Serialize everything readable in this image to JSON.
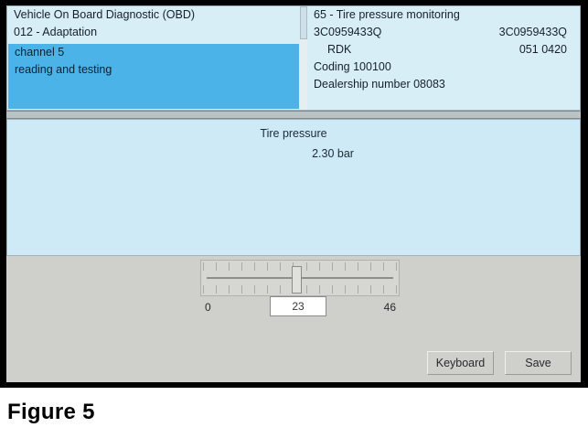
{
  "device": {
    "left_panel": {
      "header_lines": [
        "Vehicle On Board Diagnostic (OBD)",
        "012 - Adaptation"
      ],
      "selected_lines": [
        "channel 5",
        "reading and testing"
      ]
    },
    "right_panel": {
      "title": "65 - Tire pressure monitoring",
      "rows": [
        {
          "left": "3C0959433Q",
          "right": "3C0959433Q"
        },
        {
          "left": "RDK",
          "right": "051  0420",
          "indent": true
        },
        {
          "left": "Coding 100100",
          "right": ""
        },
        {
          "left": "Dealership number 08083",
          "right": ""
        }
      ]
    },
    "display": {
      "label": "Tire pressure",
      "value": "2.30 bar"
    },
    "slider": {
      "min_label": "0",
      "max_label": "46",
      "current_value": "23",
      "thumb_percent": 48
    },
    "buttons": {
      "keyboard": "Keyboard",
      "save": "Save"
    }
  },
  "caption": {
    "text": "Figure 5"
  },
  "colors": {
    "panel_background": "#d8eef7",
    "selection_highlight": "#4cb3e8",
    "display_background": "#cdeaf6",
    "chrome_gray": "#cfcfcb",
    "frame_black": "#000000"
  }
}
